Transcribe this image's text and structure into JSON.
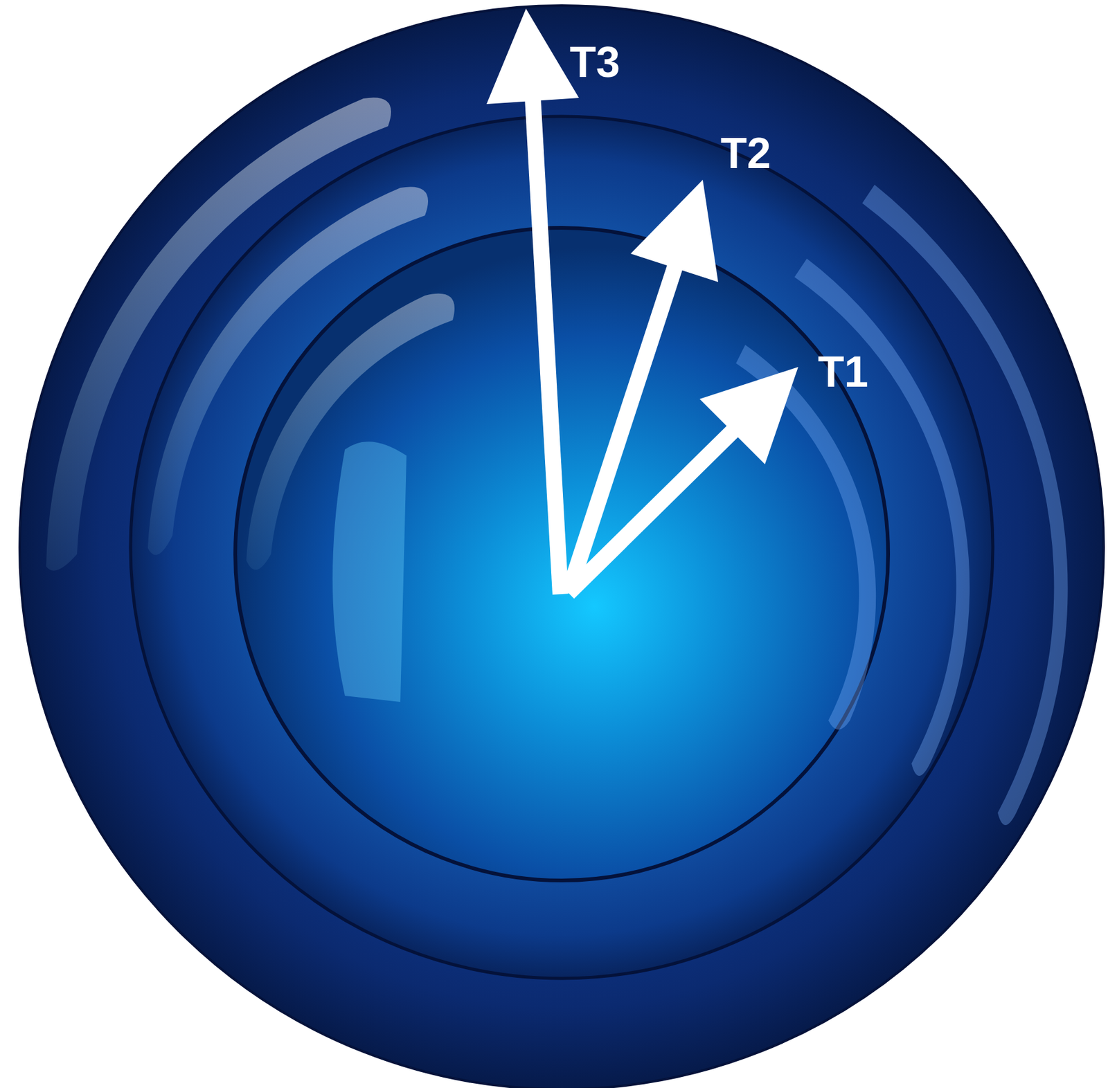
{
  "diagram": {
    "labels": [
      "T3",
      "T2",
      "T1"
    ]
  }
}
